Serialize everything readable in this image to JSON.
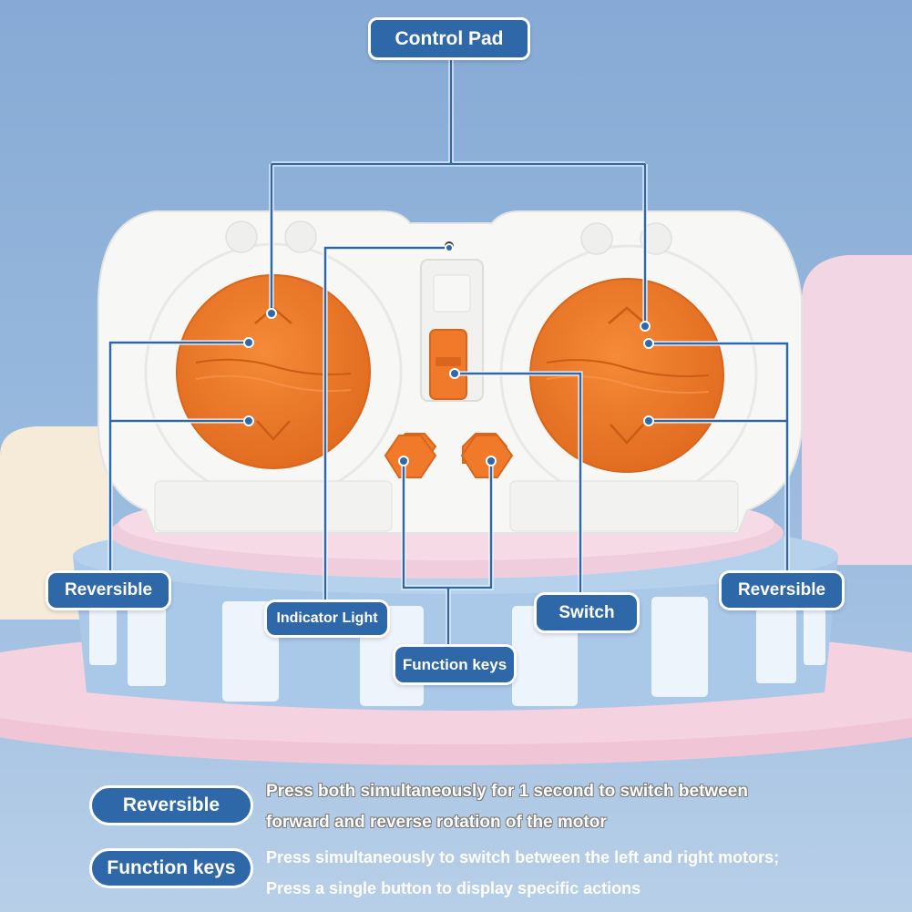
{
  "callouts": {
    "control_pad": "Control Pad",
    "reversible_left": "Reversible",
    "reversible_right": "Reversible",
    "indicator_light": "Indicator Light",
    "switch": "Switch",
    "function_keys": "Function keys"
  },
  "legend": [
    {
      "term": "Reversible",
      "lines": [
        "Press both simultaneously for 1 second to switch between",
        "forward and reverse rotation of the motor"
      ]
    },
    {
      "term": "Function keys",
      "lines": [
        "Press simultaneously to switch between the left and right motors;",
        "Press a single button to display specific actions"
      ]
    }
  ],
  "colors": {
    "label_blue": "#2f68a8",
    "dial_orange": "#f07a2a",
    "background": "#8fb3d9",
    "controller_white": "#f7f7f5"
  }
}
